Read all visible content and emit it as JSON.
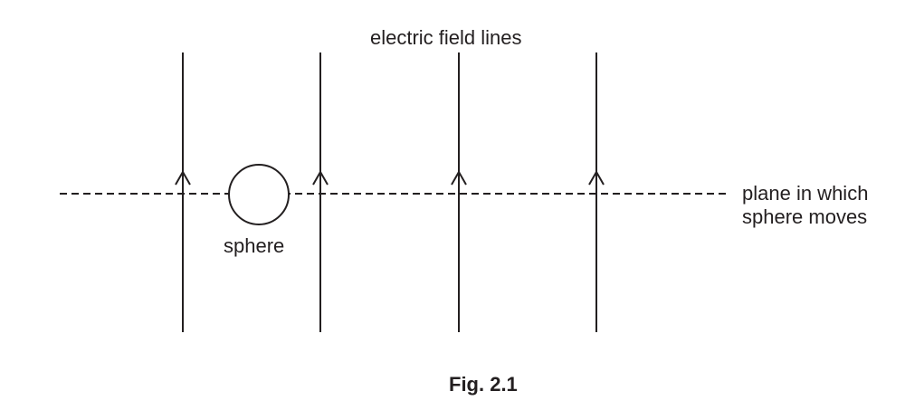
{
  "labels": {
    "field_lines": "electric field lines",
    "sphere": "sphere",
    "plane_line1": "plane in which",
    "plane_line2": "sphere moves",
    "caption": "Fig. 2.1"
  },
  "colors": {
    "ink": "#231f20",
    "background": "#ffffff"
  },
  "field_lines": [
    {
      "direction": "up"
    },
    {
      "direction": "up"
    },
    {
      "direction": "up"
    },
    {
      "direction": "up"
    }
  ]
}
